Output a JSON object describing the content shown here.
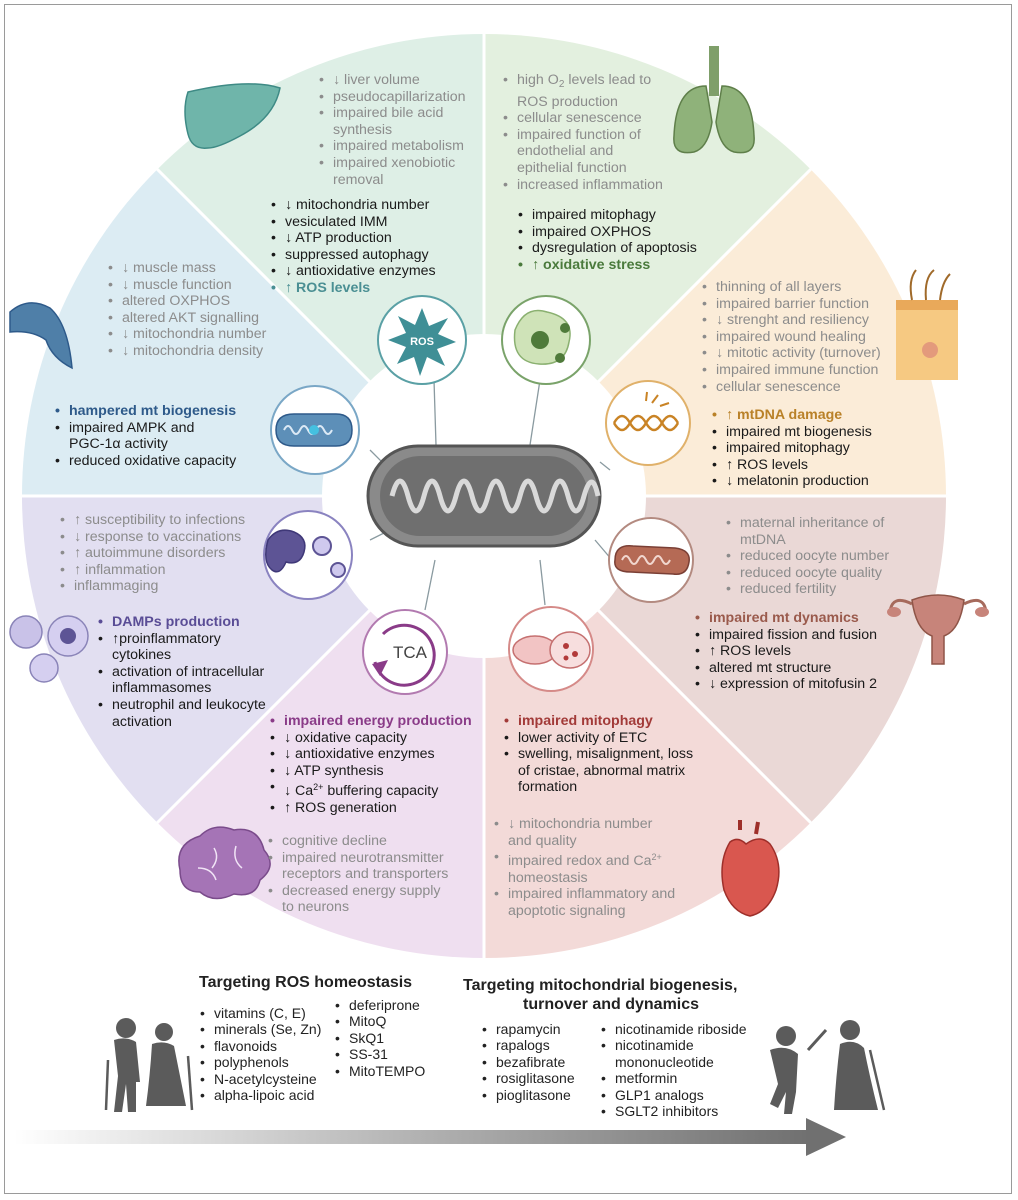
{
  "center": {
    "icon": "mitochondrion-icon"
  },
  "colors": {
    "liver": "#deefe6",
    "lung": "#e3f0df",
    "skin": "#fbecd8",
    "repro": "#ead8d6",
    "heart": "#f3dad8",
    "brain": "#efdff0",
    "immune": "#e2dff1",
    "muscle": "#dcecf3",
    "liver_accent": "#4a8f93",
    "lung_accent": "#4a7a3c",
    "skin_accent": "#b98128",
    "repro_accent": "#9a5a4c",
    "heart_accent": "#a23a38",
    "brain_accent": "#8a3b88",
    "immune_accent": "#5a4d96",
    "muscle_accent": "#2e5a8a"
  },
  "liver": {
    "icon": "liver-icon",
    "organ": [
      "↓ liver volume",
      "pseudocapillarization",
      "impaired bile acid",
      "synthesis",
      "impaired metabolism",
      "impaired xenobiotic",
      "removal"
    ],
    "cell": [
      "↓ mitochondria number",
      "vesiculated IMM",
      "↓ ATP production",
      "suppressed autophagy",
      "↓ antioxidative enzymes"
    ],
    "highlight": "↑ ROS levels",
    "badge": "ROS"
  },
  "lung": {
    "icon": "lungs-icon",
    "organ_l1a": "high O",
    "organ_l1sub": "2",
    "organ_l1b": " levels lead  to",
    "organ": [
      "ROS production",
      "cellular senescence",
      "impaired function of",
      "endothelial and",
      "epithelial function",
      "increased inflammation"
    ],
    "cell": [
      "impaired mitophagy",
      "impaired OXPHOS",
      "dysregulation of apoptosis"
    ],
    "highlight": "↑ oxidative stress"
  },
  "skin": {
    "icon": "skin-layers-icon",
    "organ": [
      "thinning of all layers",
      "impaired barrier function",
      "↓ strenght and resiliency",
      "impaired wound healing",
      "↓ mitotic activity (turnover)",
      "impaired immune function",
      "cellular senescence"
    ],
    "highlight": "↑ mtDNA damage",
    "cell": [
      "impaired mt biogenesis",
      "impaired mitophagy",
      "↑ ROS levels",
      "↓ melatonin production"
    ]
  },
  "repro": {
    "icon": "uterus-icon",
    "organ": [
      "maternal inheritance of",
      "mtDNA",
      "reduced oocyte number",
      "reduced oocyte quality",
      "reduced fertility"
    ],
    "highlight": "impaired mt dynamics",
    "cell": [
      "impaired fission and fusion",
      "↑ ROS levels",
      "altered mt structure",
      "↓ expression of mitofusin 2"
    ]
  },
  "heart": {
    "icon": "heart-icon",
    "highlight": "impaired mitophagy",
    "cell": [
      "lower activity of ETC",
      "swelling, misalignment, loss",
      "of cristae, abnormal matrix",
      "formation"
    ],
    "organ_a": [
      "↓ mitochondria number",
      "and quality"
    ],
    "organ_b1": "impaired redox and Ca",
    "organ_b1sup": "2+",
    "organ_b": [
      "homeostasis",
      "impaired inflammatory and",
      "apoptotic signaling"
    ]
  },
  "brain": {
    "icon": "brain-icon",
    "highlight": "impaired energy production",
    "cell_a": [
      "↓ oxidative capacity",
      "↓ antioxidative  enzymes",
      "↓ ATP synthesis"
    ],
    "cell_ca_a": "↓ Ca",
    "cell_ca_sup": "2+",
    "cell_ca_b": " buffering capacity",
    "cell_b": [
      "↑ ROS generation"
    ],
    "organ": [
      "cognitive decline",
      "impaired neurotransmitter",
      "receptors and transporters",
      "decreased energy supply",
      "to neurons"
    ],
    "badge": "TCA"
  },
  "immune": {
    "icon": "immune-cells-icon",
    "organ": [
      "↑ susceptibility to infections",
      "↓ response to vaccinations",
      "↑ autoimmune disorders",
      "↑ inflammation",
      "inflammaging"
    ],
    "highlight": "DAMPs production",
    "cell": [
      "↑proinflammatory",
      "cytokines",
      "activation of intracellular",
      "inflammasomes",
      "neutrophil and leukocyte",
      "activation"
    ]
  },
  "muscle": {
    "icon": "muscle-icon",
    "organ": [
      "↓ muscle mass",
      "↓ muscle function",
      "altered OXPHOS",
      "altered AKT signalling",
      "↓ mitochondria number",
      "↓ mitochondria density"
    ],
    "highlight": "hampered mt biogenesis",
    "cell": [
      "impaired AMPK and",
      "PGC-1α activity",
      "reduced oxidative capacity"
    ]
  },
  "therapy_ros": {
    "title": "Targeting ROS homeostasis",
    "col1": [
      "vitamins (C, E)",
      "minerals (Se, Zn)",
      "flavonoids",
      "polyphenols",
      "N-acetylcysteine",
      "alpha-lipoic acid"
    ],
    "col2": [
      "deferiprone",
      "MitoQ",
      "SkQ1",
      "SS-31",
      "MitoTEMPO"
    ]
  },
  "therapy_mito": {
    "title_1": "Targeting mitochondrial biogenesis,",
    "title_2": "turnover and dynamics",
    "col1": [
      "rapamycin",
      "rapalogs",
      "bezafibrate",
      "rosiglitasone",
      "pioglitasone"
    ],
    "col2": [
      "nicotinamide riboside",
      "nicotinamide",
      "mononucleotide",
      "metformin",
      "GLP1 analogs",
      "SGLT2 inhibitors"
    ]
  },
  "people": {
    "left_icon": "elderly-couple-icon",
    "right_icon": "dancing-elderly-couple-icon",
    "arrow_icon": "gradient-arrow-icon"
  }
}
